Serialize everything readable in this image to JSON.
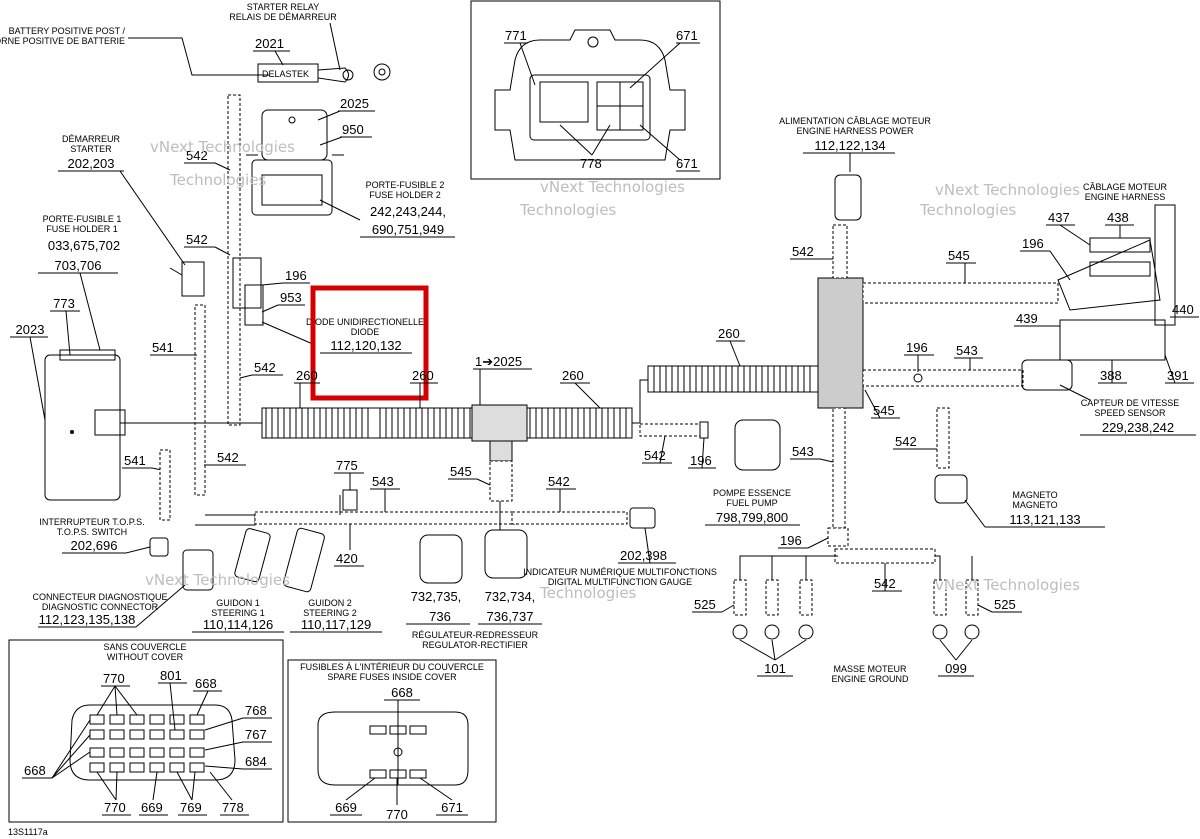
{
  "footer_code": "13S1117a",
  "highlight_color": "#d40000",
  "watermarks": [
    "vNext Technologies",
    "Technologies"
  ],
  "components": {
    "battery": {
      "fr": "BATTERY POSITIVE POST /",
      "en": "BORNE POSITIVE DE BATTERIE",
      "num": "2021"
    },
    "starter_relay": {
      "en": "STARTER RELAY",
      "fr": "RELAIS DE DÉMARREUR",
      "brand": "DELASTEK",
      "num_a": "2025",
      "num_b": "950"
    },
    "starter": {
      "fr": "DÉMARREUR",
      "en": "STARTER",
      "num": "202,203"
    },
    "fuse_holder1": {
      "fr": "PORTE-FUSIBLE 1",
      "en": "FUSE HOLDER 1",
      "num_a": "033,675,702",
      "num_b": "703,706"
    },
    "fuse_holder2": {
      "fr": "PORTE-FUSIBLE 2",
      "en": "FUSE HOLDER 2",
      "num_a": "242,243,244,",
      "num_b": "690,751,949"
    },
    "diode": {
      "fr": "DIODE UNIDIRECTIONELLE",
      "en": "DIODE",
      "num": "112,120,132"
    },
    "engine_power": {
      "fr": "ALIMENTATION CÂBLAGE MOTEUR",
      "en": "ENGINE HARNESS POWER",
      "num": "112,122,134"
    },
    "engine_harness": {
      "fr": "CÂBLAGE MOTEUR",
      "en": "ENGINE HARNESS"
    },
    "speed_sensor": {
      "fr": "CAPTEUR DE VITESSE",
      "en": "SPEED SENSOR",
      "num": "229,238,242"
    },
    "magneto": {
      "fr": "MAGNETO",
      "en": "MAGNETO",
      "num": "113,121,133"
    },
    "fuel_pump": {
      "fr": "POMPE ESSENCE",
      "en": "FUEL PUMP",
      "num": "798,799,800"
    },
    "tops": {
      "fr": "INTERRUPTEUR T.O.P.S.",
      "en": "T.O.P.S. SWITCH",
      "num": "202,696"
    },
    "diag": {
      "fr": "CONNECTEUR DIAGNOSTIQUE",
      "en": "DIAGNOSTIC CONNECTOR",
      "num": "112,123,135,138"
    },
    "steering1": {
      "fr": "GUIDON 1",
      "en": "STEERING 1",
      "num": "110,114,126"
    },
    "steering2": {
      "fr": "GUIDON 2",
      "en": "STEERING 2",
      "num": "110,117,129"
    },
    "gauge": {
      "fr": "INDICATEUR NUMÉRIQUE MULTIFONCTIONS",
      "en": "DIGITAL MULTIFUNCTION GAUGE",
      "num_a": "732,734,",
      "num_b": "736,737"
    },
    "regulator": {
      "fr": "RÉGULATEUR-REDRESSEUR",
      "en": "REGULATOR-RECTIFIER",
      "num_a": "732,735,",
      "num_b": "736"
    },
    "ground": {
      "fr": "MASSE MOTEUR",
      "en": "ENGINE GROUND",
      "num_a": "101",
      "num_b": "099"
    },
    "without_cover": {
      "fr": "SANS COUVERCLE",
      "en": "WITHOUT COVER"
    },
    "spare_fuses": {
      "fr": "FUSIBLES À L'INTÉRIEUR DU COUVERCLE",
      "en": "SPARE FUSES INSIDE COVER"
    }
  },
  "callouts": {
    "c771": "771",
    "c671a": "671",
    "c778a": "778",
    "c671b": "671",
    "c542a": "542",
    "c542b": "542",
    "c542c": "542",
    "c542d": "542",
    "c542e": "542",
    "c542f": "542",
    "c542g": "542",
    "c542h": "542",
    "c542i": "542",
    "c541a": "541",
    "c541b": "541",
    "c196a": "196",
    "c196b": "196",
    "c196c": "196",
    "c196d": "196",
    "c196e": "196",
    "c953": "953",
    "c773": "773",
    "c2023": "2023",
    "c260a": "260",
    "c260b": "260",
    "c260c": "260",
    "c260d": "260",
    "c1to2025": "1➔2025",
    "c545a": "545",
    "c545b": "545",
    "c545c": "545",
    "c543a": "543",
    "c543b": "543",
    "c543c": "543",
    "c775": "775",
    "c420": "420",
    "c202398": "202,398",
    "c437": "437",
    "c438": "438",
    "c439": "439",
    "c440": "440",
    "c388": "388",
    "c391": "391",
    "c525a": "525",
    "c525b": "525",
    "c770a": "770",
    "c801": "801",
    "c668a": "668",
    "c768": "768",
    "c767": "767",
    "c684": "684",
    "c668b": "668",
    "c770b": "770",
    "c669a": "669",
    "c769": "769",
    "c778b": "778",
    "c668c": "668",
    "c669b": "669",
    "c770c": "770",
    "c671c": "671"
  }
}
